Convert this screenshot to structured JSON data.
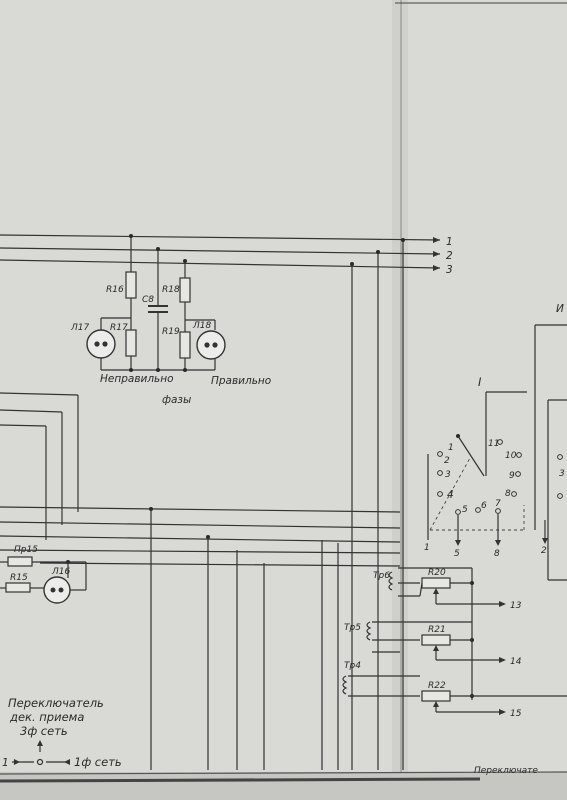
{
  "lines": {
    "l1": "1",
    "l2": "2",
    "l3": "3"
  },
  "phase": {
    "r16": "R16",
    "c8": "C8",
    "r18": "R18",
    "l17": "Л17",
    "r17": "R17",
    "r19": "R19",
    "l18": "Л18",
    "wrong": "Неправильно",
    "right": "Правильно",
    "phases": "фазы"
  },
  "left": {
    "pr15": "Пр15",
    "r15": "R15",
    "l16": "Л16"
  },
  "selector": {
    "title": "Переключатель",
    "line2": "дек. приема",
    "line3": "3ф сеть",
    "left_num": "1",
    "right_text": "1ф сеть"
  },
  "switch": {
    "roman": "I",
    "c1": "1",
    "c2": "2",
    "c3": "3",
    "c4": "4",
    "c5": "5",
    "c6": "6",
    "c7": "7",
    "c8": "8",
    "c9": "9",
    "c10": "10",
    "c11": "11",
    "out1": "1",
    "out5": "5",
    "out8": "8"
  },
  "right_edge": {
    "partial": "И",
    "c3": "3",
    "c2": "2"
  },
  "trafos": {
    "tr6": "Тр6",
    "r20": "R20",
    "out13": "13",
    "tr5": "Тр5",
    "r21": "R21",
    "out14": "14",
    "tr4": "Тр4",
    "r22": "R22",
    "out15": "15"
  },
  "footer": {
    "partial": "Переключате"
  }
}
